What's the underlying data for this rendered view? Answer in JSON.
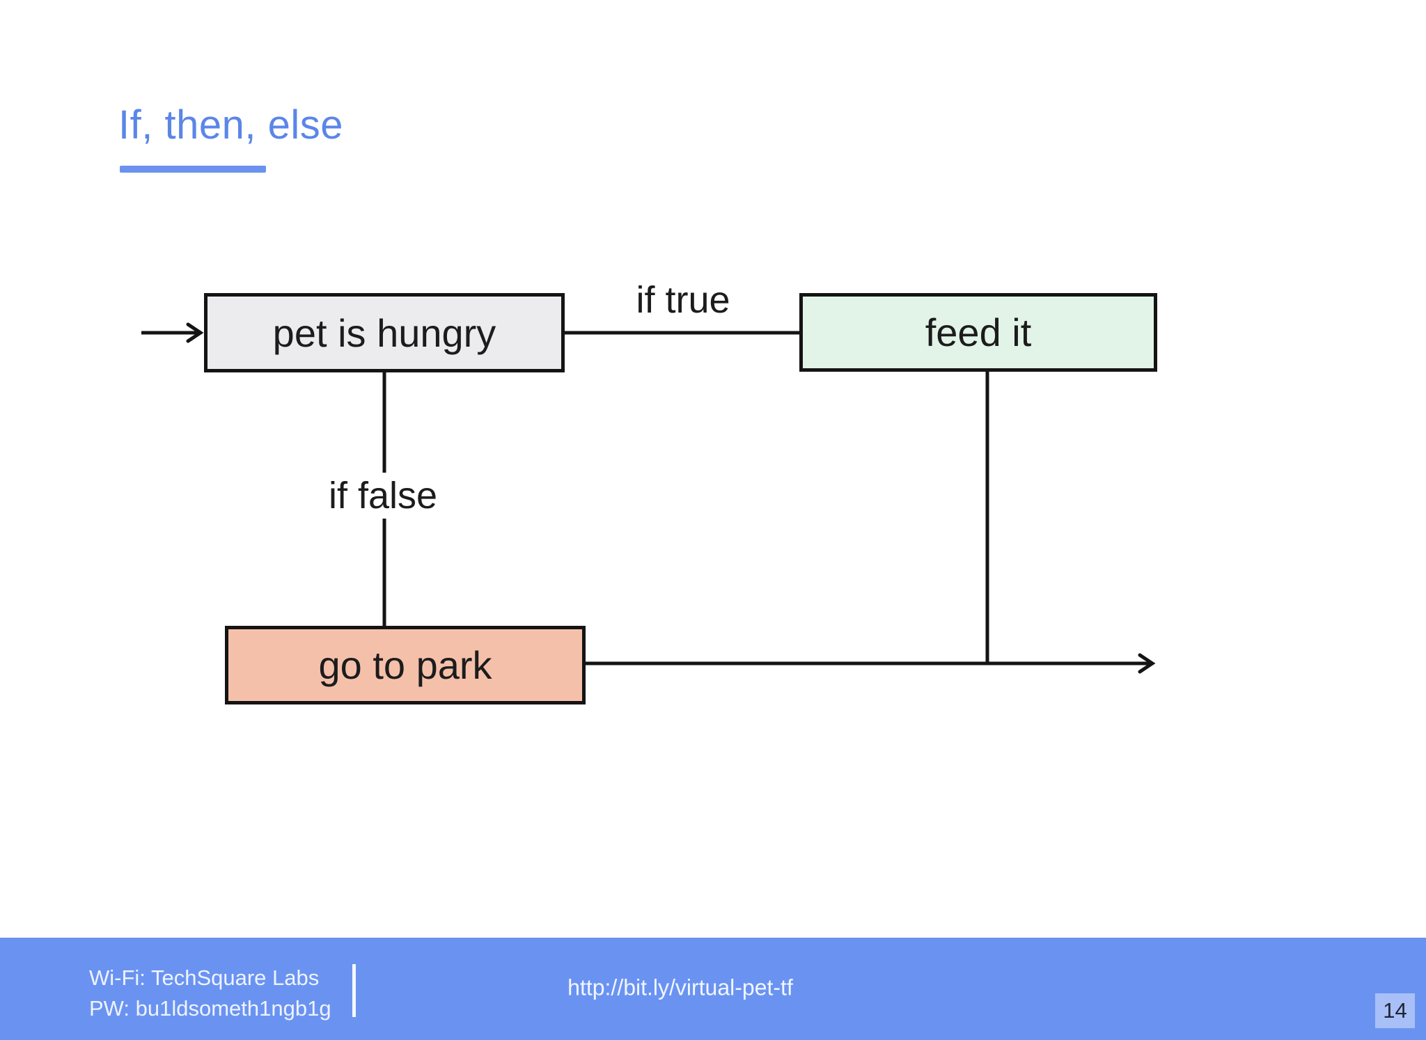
{
  "slide": {
    "title": "If, then, else",
    "page_number": "14"
  },
  "flowchart": {
    "nodes": [
      {
        "id": "condition",
        "label": "pet is hungry",
        "fill": "#ECECEE"
      },
      {
        "id": "then",
        "label": "feed it",
        "fill": "#E2F3E8"
      },
      {
        "id": "else",
        "label": "go to park",
        "fill": "#F5C0AA"
      }
    ],
    "edges": [
      {
        "id": "true-branch",
        "label": "if true"
      },
      {
        "id": "false-branch",
        "label": "if false"
      }
    ]
  },
  "footer": {
    "wifi": "Wi-Fi: TechSquare Labs",
    "password": "PW: bu1ldsometh1ngb1g",
    "url": "http://bit.ly/virtual-pet-tf"
  },
  "colors": {
    "title_accent": "#5B86E8",
    "underline_accent": "#6B92EE",
    "footer_background": "#6A93F1",
    "connector": "#141414"
  }
}
